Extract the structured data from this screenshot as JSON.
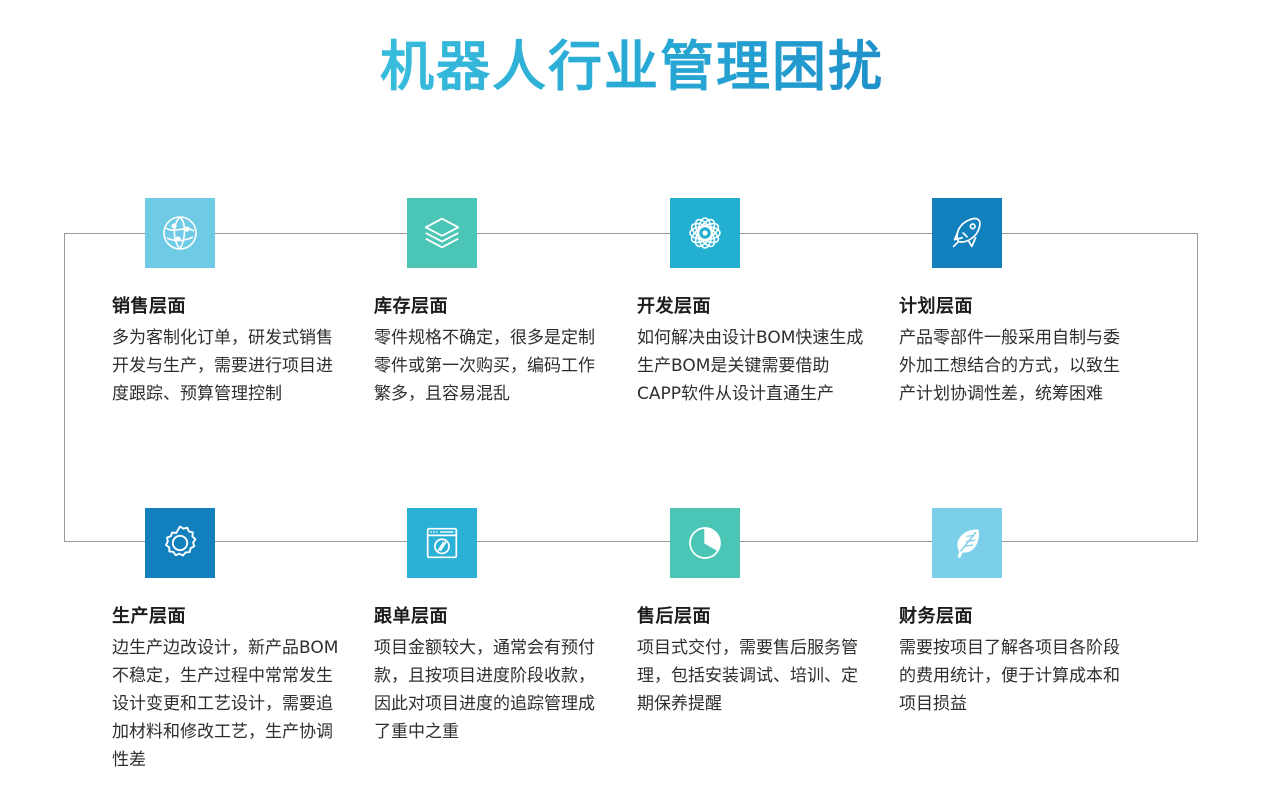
{
  "page": {
    "title": "机器人行业管理困扰",
    "title_gradient_from": "#5ED3E4",
    "title_gradient_to": "#1173B8",
    "background": "#ffffff",
    "connector_color": "#9a9a9a"
  },
  "cards": [
    {
      "id": "sales",
      "icon": "globe-network-icon",
      "icon_bg": "#6FCBE5",
      "title": "销售层面",
      "body": "多为客制化订单，研发式销售开发与生产，需要进行项目进度跟踪、预算管理控制"
    },
    {
      "id": "inventory",
      "icon": "layers-stack-icon",
      "icon_bg": "#4BC5B5",
      "title": "库存层面",
      "body": "零件规格不确定，很多是定制零件或第一次购买，编码工作繁多，且容易混乱"
    },
    {
      "id": "development",
      "icon": "atom-icon",
      "icon_bg": "#23AFD0",
      "title": "开发层面",
      "body": "如何解决由设计BOM快速生成生产BOM是关键需要借助CAPP软件从设计直通生产"
    },
    {
      "id": "planning",
      "icon": "rocket-icon",
      "icon_bg": "#1380BE",
      "title": "计划层面",
      "body": "产品零部件一般采用自制与委外加工想结合的方式，以致生产计划协调性差，统筹困难"
    },
    {
      "id": "production",
      "icon": "gear-icon",
      "icon_bg": "#1380BE",
      "title": "生产层面",
      "body": "边生产边改设计，新产品BOM不稳定，生产过程中常常发生设计变更和工艺设计，需要追加材料和修改工艺，生产协调性差"
    },
    {
      "id": "order-tracking",
      "icon": "browser-window-compass-icon",
      "icon_bg": "#2BB0D6",
      "title": "跟单层面",
      "body": "项目金额较大，通常会有预付款，且按项目进度阶段收款，因此对项目进度的追踪管理成了重中之重"
    },
    {
      "id": "after-sales",
      "icon": "pie-chart-icon",
      "icon_bg": "#4BC5B5",
      "title": "售后层面",
      "body": "项目式交付，需要售后服务管理，包括安装调试、培训、定期保养提醒"
    },
    {
      "id": "finance",
      "icon": "feather-icon",
      "icon_bg": "#7CCFE8",
      "title": "财务层面",
      "body": "需要按项目了解各项目各阶段的费用统计，便于计算成本和项目损益"
    }
  ]
}
